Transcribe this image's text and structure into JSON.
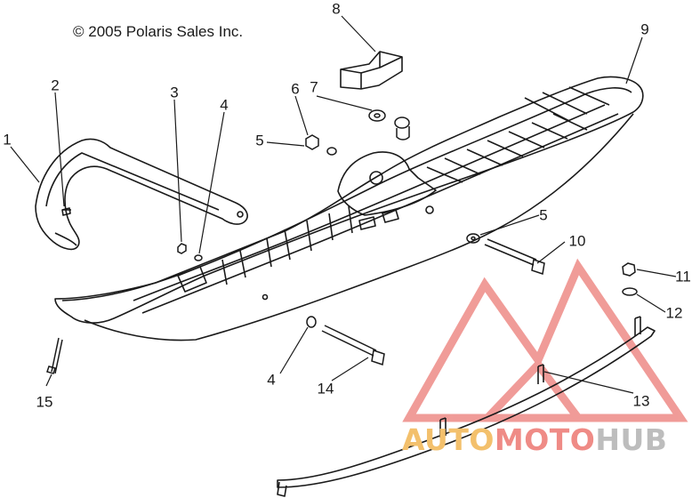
{
  "copyright": "© 2005 Polaris Sales Inc.",
  "callouts": [
    "1",
    "2",
    "3",
    "4",
    "5",
    "6",
    "7",
    "8",
    "9",
    "5",
    "10",
    "11",
    "12",
    "4",
    "14",
    "15",
    "13"
  ],
  "watermark": {
    "part1": "AUTO",
    "part2": "MOTO",
    "part3": "HUB"
  },
  "colors": {
    "line": "#1a1a1a",
    "watermark_red": "#e44a44",
    "watermark_orange": "#f3c06c",
    "watermark_gray": "#bdbdbd"
  }
}
